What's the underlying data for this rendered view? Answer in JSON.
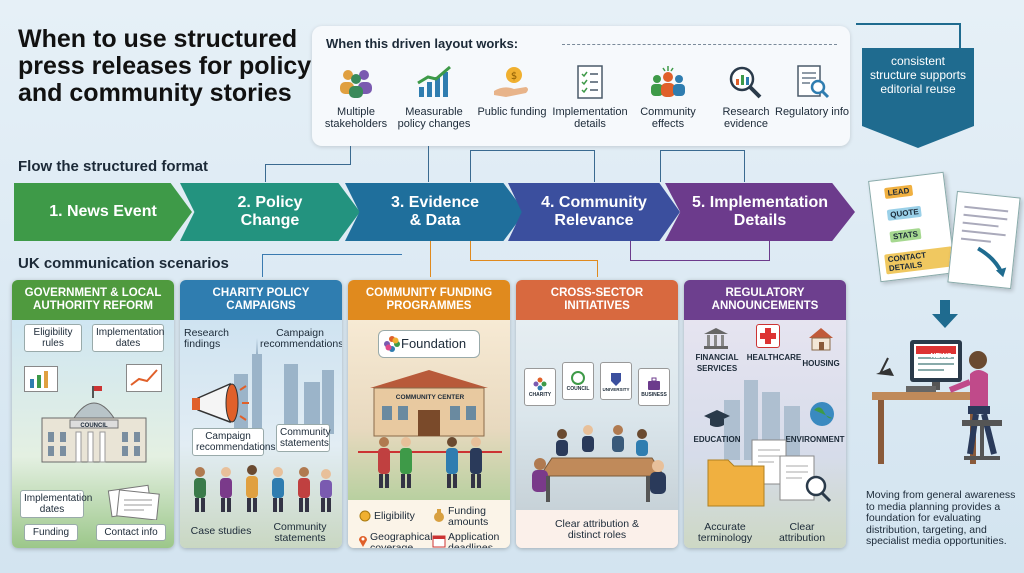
{
  "title": "When to use structured press releases for policy and community stories",
  "flow_label": "Flow the structured format",
  "uk_label": "UK communication scenarios",
  "works": {
    "title": "When this driven layout works:",
    "items": [
      {
        "label": "Multiple stakeholders",
        "icon": "people-icon"
      },
      {
        "label": "Measurable policy changes",
        "icon": "chart-up-icon"
      },
      {
        "label": "Public funding",
        "icon": "coin-hand-icon"
      },
      {
        "label": "Implementation details",
        "icon": "checklist-icon"
      },
      {
        "label": "Community effects",
        "icon": "community-icon"
      },
      {
        "label": "Research evidence",
        "icon": "magnifier-chart-icon"
      },
      {
        "label": "Regulatory info",
        "icon": "document-search-icon"
      }
    ]
  },
  "flow": [
    {
      "label": "1. News Event",
      "color": "#3e9a48"
    },
    {
      "label": "2. Policy Change",
      "color": "#23937f"
    },
    {
      "label": "3. Evidence & Data",
      "color": "#1f6f9c"
    },
    {
      "label": "4. Community Relevance",
      "color": "#3b4f9e"
    },
    {
      "label": "5. Implementation Details",
      "color": "#6c3b8c"
    }
  ],
  "cards": [
    {
      "title": "GOVERNMENT & LOCAL AUTHORITY REFORM",
      "color": "#4f9a3e",
      "tags": [
        "Eligibility rules",
        "Implementation dates",
        "Implementation dates",
        "Funding",
        "Contact info"
      ],
      "building": "COUNCIL"
    },
    {
      "title": "CHARITY POLICY CAMPAIGNS",
      "color": "#2f7db0",
      "tags": [
        "Research findings",
        "Campaign recommendations",
        "Campaign recommendations",
        "Community statements",
        "Case studies",
        "Community statements"
      ]
    },
    {
      "title": "COMMUNITY FUNDING PROGRAMMES",
      "color": "#e08a1e",
      "foundation": "Foundation",
      "building": "COMMUNITY CENTER",
      "tags": [
        "Eligibility",
        "Funding amounts",
        "Geographical coverage",
        "Application deadlines"
      ]
    },
    {
      "title": "CROSS-SECTOR INITIATIVES",
      "color": "#d8693f",
      "signs": [
        "CHARITY",
        "COUNCIL",
        "UNIVERSITY",
        "BUSINESS"
      ],
      "tags": [
        "Clear attribution & distinct roles"
      ]
    },
    {
      "title": "REGULATORY ANNOUNCEMENTS",
      "color": "#6d3f8e",
      "sectors": [
        "FINANCIAL SERVICES",
        "HEALTHCARE",
        "HOUSING",
        "EDUCATION",
        "ENVIRONMENT"
      ],
      "tags": [
        "Accurate terminology",
        "Clear attribution"
      ]
    }
  ],
  "side": {
    "box": "consistent structure supports editorial reuse",
    "doc_labels": [
      "LEAD",
      "QUOTE",
      "STATS",
      "CONTACT DETAILS"
    ],
    "screen": "NEWS",
    "note": "Moving from general awareness to media planning provides a foundation for evaluating distribution, targeting, and specialist media opportunities."
  }
}
